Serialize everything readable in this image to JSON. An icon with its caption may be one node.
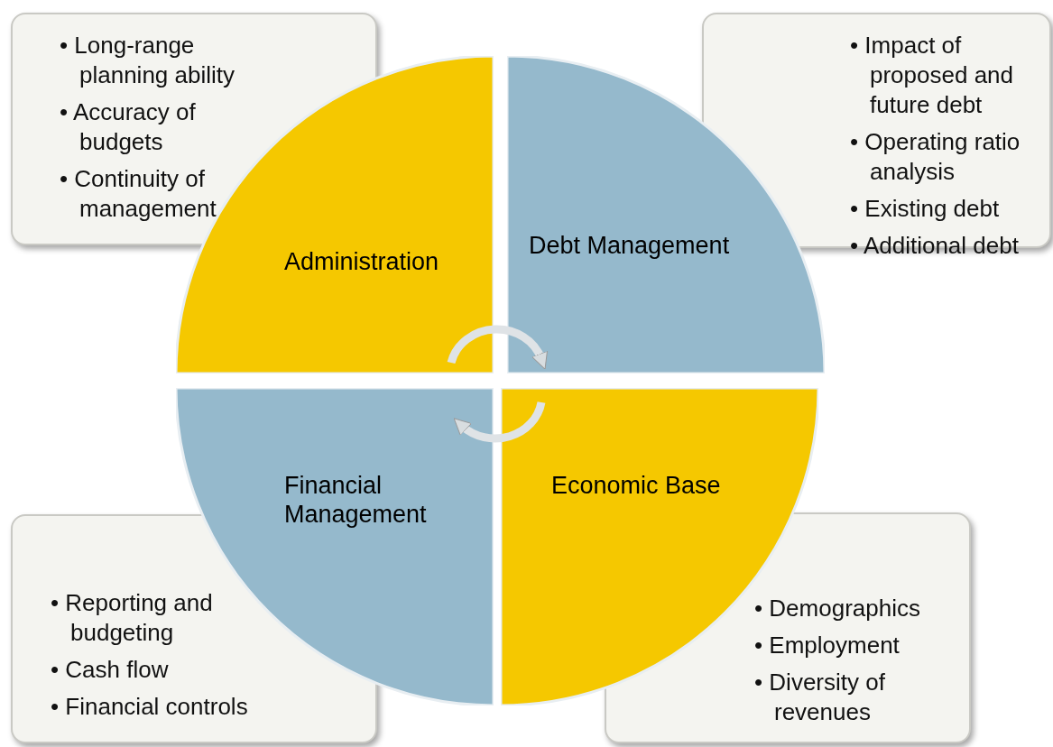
{
  "diagram": {
    "nodes": [
      {
        "text": [
          "• Long-range planning ability",
          "• Accuracy of budgets",
          "• Continuity of management"
        ]
      },
      {
        "text": [
          "Administration"
        ]
      },
      {
        "text": [
          "Debt Management"
        ]
      },
      {
        "text": [
          "• Impact of proposed and future debt",
          "• Operating ratio analysis",
          "• Existing debt",
          "• Additional debt"
        ]
      },
      {
        "text": [
          "Financial Management"
        ]
      },
      {
        "text": [
          "Economic Base"
        ]
      },
      {
        "text": [
          "• Reporting and budgeting",
          "• Cash flow",
          "• Financial controls"
        ]
      },
      {
        "text": [
          "• Demographics",
          "• Employment",
          "• Diversity of revenues"
        ]
      }
    ],
    "edges": [
      {
        "from": 1,
        "to": 2,
        "arrow": "to"
      },
      {
        "from": 5,
        "to": 4,
        "arrow": "to"
      }
    ]
  }
}
